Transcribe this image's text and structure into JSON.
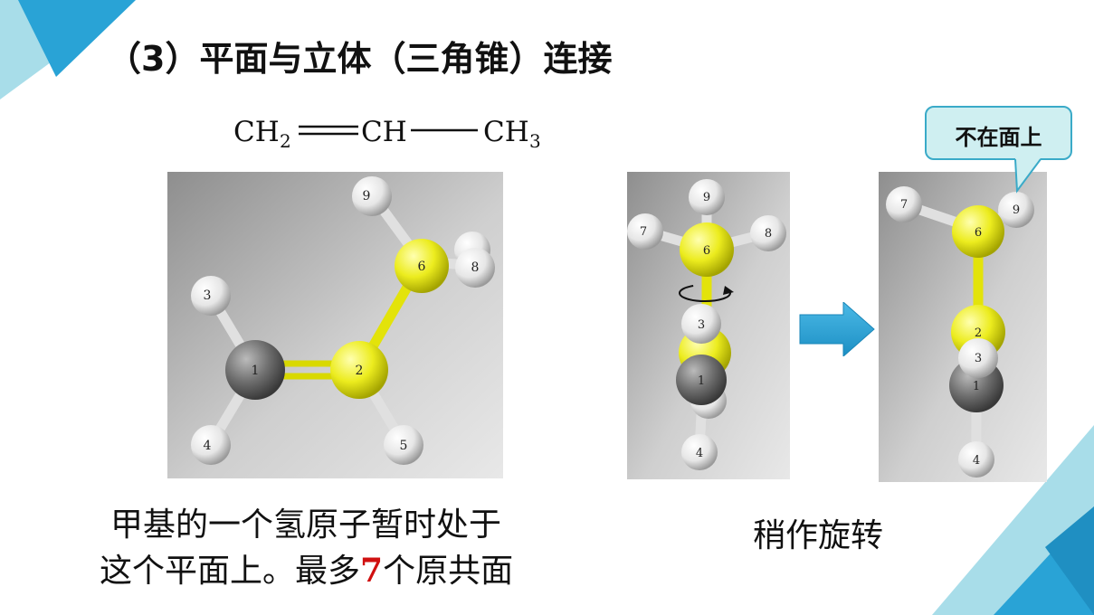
{
  "slide": {
    "title": "（3）平面与立体（三角锥）连接",
    "formula": {
      "group1": "CH",
      "sub1": "2",
      "group2": "CH",
      "group3": "CH",
      "sub3": "3"
    },
    "caption_left": {
      "line1": "甲基的一个氢原子暂时处于",
      "line2_pre": "这个平面上。最多",
      "line2_num": "7",
      "line2_post": "个原共面"
    },
    "caption_right": "稍作旋转",
    "callout": "不在面上",
    "colors": {
      "accent_dark": "#29a3d6",
      "accent_light": "#a8dde9",
      "arrow": "#2ea6d8",
      "carbon_sp3": "#e6e619",
      "carbon_sp2": "#666666",
      "hydrogen": "#eeeeee",
      "highlight_number": "#d01010"
    }
  },
  "models": {
    "left": {
      "atoms": [
        {
          "label": "1",
          "element": "C"
        },
        {
          "label": "2",
          "element": "C"
        },
        {
          "label": "3",
          "element": "H"
        },
        {
          "label": "4",
          "element": "H"
        },
        {
          "label": "5",
          "element": "H"
        },
        {
          "label": "6",
          "element": "C"
        },
        {
          "label": "8",
          "element": "H"
        },
        {
          "label": "9",
          "element": "H"
        }
      ]
    },
    "middle": {
      "atoms": [
        {
          "label": "9",
          "element": "H"
        },
        {
          "label": "7",
          "element": "H"
        },
        {
          "label": "8",
          "element": "H"
        },
        {
          "label": "6",
          "element": "C"
        },
        {
          "label": "3",
          "element": "H"
        },
        {
          "label": "1",
          "element": "C"
        },
        {
          "label": "4",
          "element": "H"
        }
      ]
    },
    "right": {
      "atoms": [
        {
          "label": "7",
          "element": "H"
        },
        {
          "label": "9",
          "element": "H"
        },
        {
          "label": "6",
          "element": "C"
        },
        {
          "label": "2",
          "element": "C"
        },
        {
          "label": "3",
          "element": "H"
        },
        {
          "label": "1",
          "element": "C"
        },
        {
          "label": "4",
          "element": "H"
        }
      ]
    }
  }
}
